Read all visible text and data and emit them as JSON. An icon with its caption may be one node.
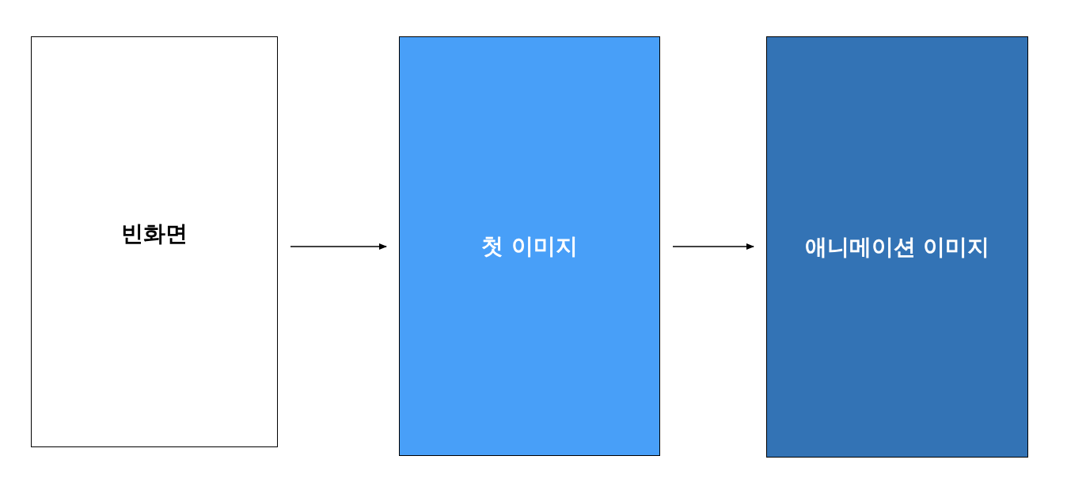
{
  "diagram": {
    "nodes": [
      {
        "text": [
          "빈화면"
        ]
      },
      {
        "text": [
          "첫 이미지"
        ]
      },
      {
        "text": [
          "애니메이션 이미지"
        ]
      }
    ],
    "edges": [
      {
        "from": 0,
        "to": 1,
        "arrow": "to"
      },
      {
        "from": 1,
        "to": 2,
        "arrow": "to"
      }
    ]
  }
}
